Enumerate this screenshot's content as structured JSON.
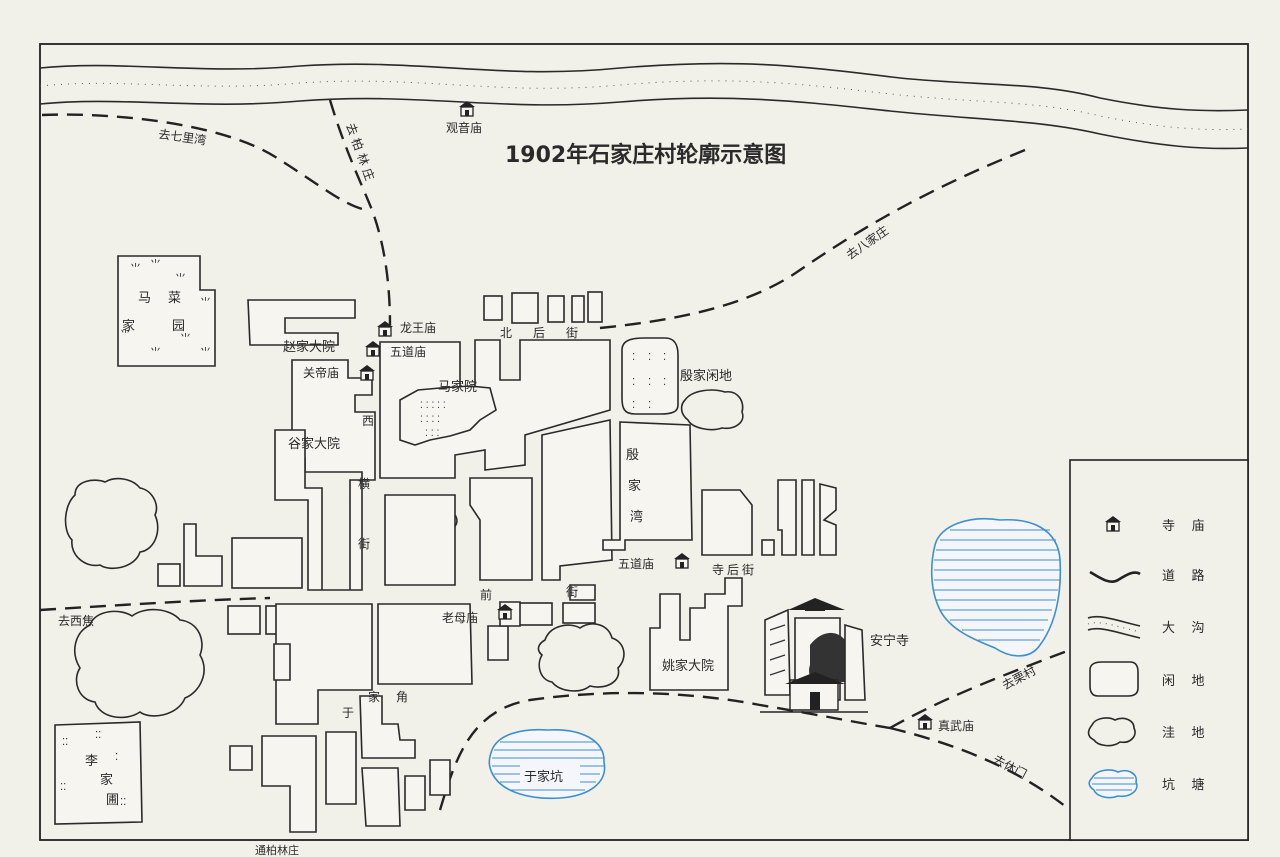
{
  "title": "1902年石家庄村轮廓示意图",
  "roads": {
    "qiliwan": "去七里湾",
    "bolinzhuang_north": "去柏林庄",
    "bajiazhuang": "去八家庄",
    "xijiao": "去西焦",
    "lizicun": "去栗村",
    "xiumen": "去休门",
    "bolinzhuang_south": "通柏林庄"
  },
  "temples": {
    "guanyin": "观音庙",
    "longwang": "龙王庙",
    "wudao_north": "五道庙",
    "guandi": "关帝庙",
    "wudao_south": "五道庙",
    "laomu": "老母庙",
    "zhenwu": "真武庙",
    "anning": "安宁寺"
  },
  "places": {
    "macai_yuan": [
      "马",
      "菜",
      "家",
      "园"
    ],
    "zhao_dayuan": "赵家大院",
    "ma_jiayuan": "马家院",
    "gu_dayuan": "谷家大院",
    "yin_xiandi": "殷家闲地",
    "yin_jiawan": [
      "殷",
      "家",
      "湾"
    ],
    "yao_dayuan": "姚家大院",
    "li_jiapu": [
      "李",
      "家",
      "圃"
    ],
    "yu_jiakeng": "于家坑"
  },
  "streets": {
    "beihou": [
      "北",
      "后",
      "街"
    ],
    "xiheng": [
      "西",
      "横",
      "街"
    ],
    "qian": [
      "前",
      "街"
    ],
    "sihou": "寺后街",
    "yujiajiao": [
      "于",
      "家",
      "角"
    ]
  },
  "legend": [
    {
      "symbol": "temple-icon",
      "label": "寺    庙"
    },
    {
      "symbol": "road-icon",
      "label": "道    路"
    },
    {
      "symbol": "ditch-icon",
      "label": "大    沟"
    },
    {
      "symbol": "vacant-land-icon",
      "label": "闲    地"
    },
    {
      "symbol": "depression-icon",
      "label": "洼    地"
    },
    {
      "symbol": "pond-icon",
      "label": "坑    塘"
    }
  ],
  "colors": {
    "ink": "#2a2a2a",
    "water": "#3d8fd0",
    "paper": "#f1f0e9"
  }
}
